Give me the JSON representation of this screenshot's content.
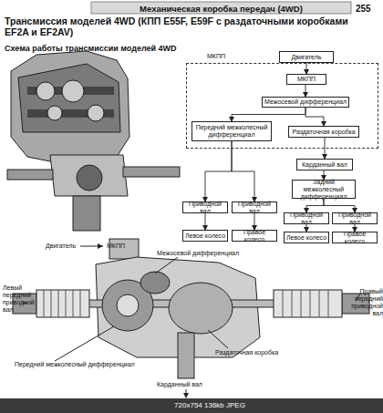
{
  "diagram": {
    "title": "Трансмиссия моделей 4WD (КПП E55F, E59F с раздаточными коробками EF2A и EF2AV)",
    "nodes": [
      {
        "text": [
          "Двигатель"
        ]
      },
      {
        "text": [
          "МКПП"
        ]
      },
      {
        "text": [
          "МКПП"
        ],
        "in": 1
      },
      {
        "text": [
          "Межосевой дифференциал"
        ],
        "in": 1
      },
      {
        "text": [
          "Передний межколесный дифференциал"
        ],
        "in": 1
      },
      {
        "text": [
          "Раздаточная коробка"
        ],
        "in": 1
      },
      {
        "text": [
          "Карданный вал"
        ]
      },
      {
        "text": [
          "Задний межколесный дифференциал"
        ]
      },
      {
        "text": [
          "Приводной вал"
        ]
      },
      {
        "text": [
          "Приводной вал"
        ]
      },
      {
        "text": [
          "Приводной вал"
        ]
      },
      {
        "text": [
          "Приводной вал"
        ]
      },
      {
        "text": [
          "Левое колесо"
        ]
      },
      {
        "text": [
          "Правое колесо"
        ]
      },
      {
        "text": [
          "Левое колесо"
        ]
      },
      {
        "text": [
          "Правое колесо"
        ]
      }
    ],
    "edges": [
      {
        "from": 0,
        "to": 2,
        "arrow": "to"
      },
      {
        "from": 2,
        "to": 3,
        "arrow": "to"
      },
      {
        "from": 3,
        "to": 4,
        "arrow": "to"
      },
      {
        "from": 3,
        "to": 5,
        "arrow": "to"
      },
      {
        "from": 5,
        "to": 6,
        "arrow": "to"
      },
      {
        "from": 6,
        "to": 7,
        "arrow": "to"
      },
      {
        "from": 4,
        "to": 8,
        "arrow": "to"
      },
      {
        "from": 4,
        "to": 9,
        "arrow": "to"
      },
      {
        "from": 7,
        "to": 10,
        "arrow": "to"
      },
      {
        "from": 7,
        "to": 11,
        "arrow": "to"
      },
      {
        "from": 8,
        "to": 12,
        "arrow": "to"
      },
      {
        "from": 9,
        "to": 13,
        "arrow": "to"
      },
      {
        "from": 10,
        "to": 14,
        "arrow": "to"
      },
      {
        "from": 11,
        "to": 15,
        "arrow": "to"
      }
    ],
    "labels": [
      "Механическая коробка передач (4WD)",
      "255",
      "Схема работы трансмиссии моделей 4WD",
      "Двигатель",
      "МКПП",
      "Межосевой дифференциал",
      "Левый передний приводной вал",
      "Правый передний приводной вал",
      "Передний межколесный дифференциал",
      "Раздаточная коробка",
      "Карданный вал",
      "720x754 136kb JPEG"
    ]
  }
}
